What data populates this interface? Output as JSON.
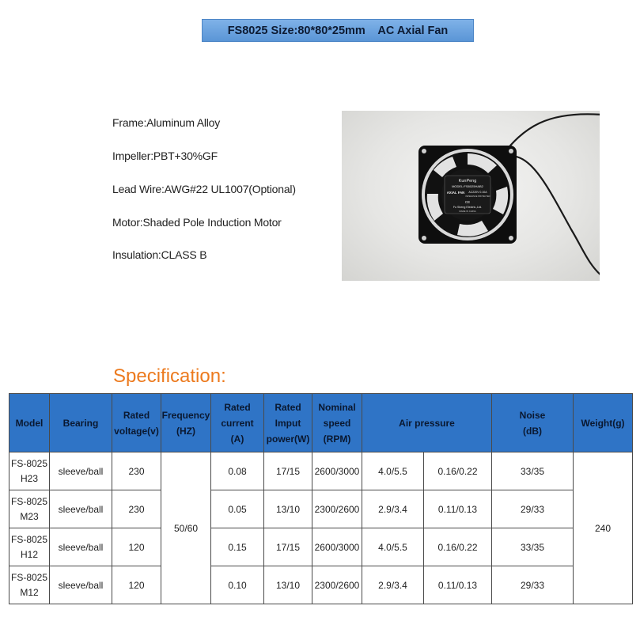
{
  "title": "FS8025 Size:80*80*25mm    AC Axial Fan",
  "features": [
    "Frame:Aluminum Alloy",
    "Impeller:PBT+30%GF",
    "Lead Wire:AWG#22 UL1007(Optional)",
    "Motor:Shaded Pole Induction Motor",
    "Insulation:CLASS B"
  ],
  "fan_label": {
    "brand": "KunPeng",
    "model": "MODEL:FS8025HAB2",
    "type": "AXIAL FAN",
    "rating": "AC220V 0.10A",
    "protection": "IMPEDANCE PROTECTED",
    "maker": "Fu Sheng Electric.,Ltd.",
    "origin": "MADE IN CHINA",
    "mark": "CE"
  },
  "spec_title": "Specification:",
  "table": {
    "headers": {
      "model": "Model",
      "bearing": "Bearing",
      "voltage": [
        "Rated",
        "voltage(v)"
      ],
      "frequency": [
        "Frequency",
        "(HZ)"
      ],
      "current": [
        "Rated",
        "current",
        "(A)"
      ],
      "power": [
        "Rated",
        "Imput",
        "power(W)"
      ],
      "speed": [
        "Nominal",
        "speed",
        "(RPM)"
      ],
      "air": "Air pressure",
      "noise": [
        "Noise",
        "(dB)"
      ],
      "weight": "Weight(g)"
    },
    "frequency_value": "50/60",
    "weight_value": "240",
    "rows": [
      {
        "model": [
          "FS-8025",
          "H23"
        ],
        "bearing": "sleeve/ball",
        "voltage": "230",
        "current": "0.08",
        "power": "17/15",
        "speed": "2600/3000",
        "air1": "4.0/5.5",
        "air2": "0.16/0.22",
        "noise": "33/35"
      },
      {
        "model": [
          "FS-8025",
          "M23"
        ],
        "bearing": "sleeve/ball",
        "voltage": "230",
        "current": "0.05",
        "power": "13/10",
        "speed": "2300/2600",
        "air1": "2.9/3.4",
        "air2": "0.11/0.13",
        "noise": "29/33"
      },
      {
        "model": [
          "FS-8025",
          "H12"
        ],
        "bearing": "sleeve/ball",
        "voltage": "120",
        "current": "0.15",
        "power": "17/15",
        "speed": "2600/3000",
        "air1": "4.0/5.5",
        "air2": "0.16/0.22",
        "noise": "33/35"
      },
      {
        "model": [
          "FS-8025",
          "M12"
        ],
        "bearing": "sleeve/ball",
        "voltage": "120",
        "current": "0.10",
        "power": "13/10",
        "speed": "2300/2600",
        "air1": "2.9/3.4",
        "air2": "0.11/0.13",
        "noise": "29/33"
      }
    ]
  },
  "colors": {
    "banner": "#6fa6e2",
    "table_header": "#2f74c6",
    "spec_title": "#ec7a1e"
  }
}
